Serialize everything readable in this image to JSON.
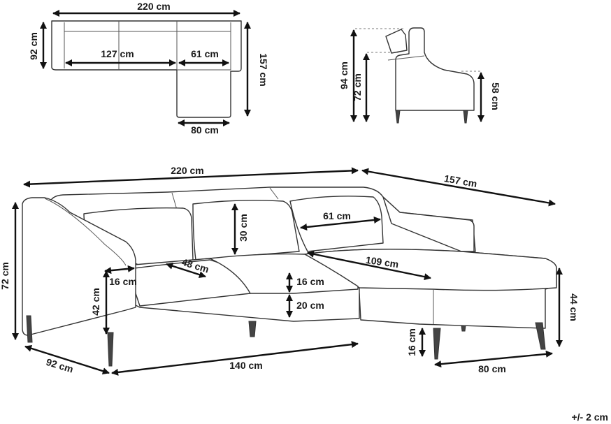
{
  "top_view": {
    "width": "220 cm",
    "depth": "92 cm",
    "seat_main": "127 cm",
    "seat_chaise": "61 cm",
    "chaise_length": "157 cm",
    "chaise_width": "80 cm"
  },
  "side_view": {
    "total_height": "94 cm",
    "back_height": "72 cm",
    "arm_height": "58 cm"
  },
  "perspective_view": {
    "width": "220 cm",
    "chaise_length": "157 cm",
    "height": "72 cm",
    "backrest_cushion": "30 cm",
    "chaise_seat_width": "61 cm",
    "seat_cushion_depth": "48 cm",
    "chaise_seat_depth": "109 cm",
    "arm_width": "16 cm",
    "seat_height": "42 cm",
    "cushion_thickness": "16 cm",
    "base_height": "20 cm",
    "chaise_height": "44 cm",
    "leg_height": "16 cm",
    "depth": "92 cm",
    "base_length": "140 cm",
    "chaise_width": "80 cm"
  },
  "tolerance": "+/- 2 cm"
}
